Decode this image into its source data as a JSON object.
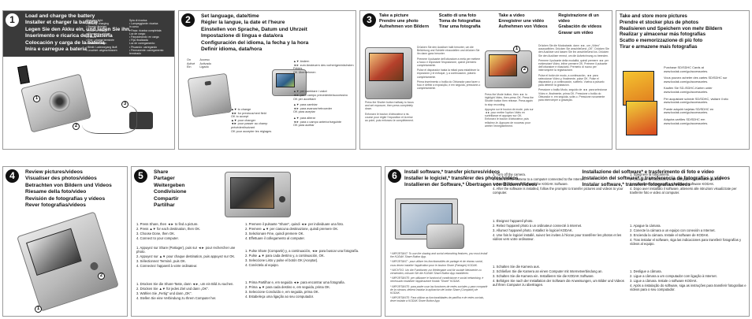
{
  "panel1": {
    "num": "1",
    "title_lines": [
      "Load and charge the battery",
      "Installer et charger la batterie",
      "Legen Sie den Akku ein, und laden Sie ihn.",
      "Inserimento e ricarica della batteria",
      "Colocación y carga de la batería",
      "Inira e carregue a bateria"
    ],
    "status_col1": [
      "Charging light:",
      "• Blinking: charging",
      "• Steady: finished",
      "",
      "Témoin de charge :",
      "• Clignotant : charge",
      "  en cours",
      "• Fixe : charge terminée",
      "",
      "Akkuladeanzeige:",
      "• Blinkt: Ladevorgang läuft",
      "• Leuchtet: abgeschlossen"
    ],
    "status_col2": [
      "Spia di ricarica:",
      "• Lampeggiante: ricarica",
      "  in corso",
      "• Fissa: ricarica completata",
      "",
      "Luz de carga:",
      "• Parpadeando: en carga",
      "• Fija: finalizada",
      "",
      "Luz de carregamento:",
      "• Piscando: carregando",
      "• Permanente: carregamento",
      "  terminado"
    ],
    "callouts": [
      "1",
      "2",
      "3"
    ]
  },
  "panel2": {
    "num": "2",
    "title_lines": [
      "Set language, date/time",
      "Régler la langue, la date et l'heure",
      "Einstellen von Sprache, Datum und Uhrzeit",
      "Impostazione di lingua e data/ora",
      "Configuración del idioma, la fecha y la hora",
      "Definir idioma, data/hora"
    ],
    "onoff": [
      "On",
      "Activé",
      "Ein",
      "Acceso",
      "Activado",
      "Ligado"
    ],
    "left_rows": [
      "to change",
      "for previous/next field",
      "to accept",
      "pour changer",
      "pour passer au champ précédent/suivant",
      "pour accepter les réglages"
    ],
    "right_rows": [
      "ändern",
      "zum Ansteuern des vorherigen/nächsten Feldes",
      "Übernehmen",
      "per cambiare i valori",
      "per il campo precedente/successivo",
      "per accettare",
      "para cambiar",
      "para avanzar/retroceder",
      "para aceptar",
      "para alterar",
      "para o campo anterior/seguinte",
      "para aceitar"
    ],
    "keys": [
      "▲▼",
      "◄►",
      "OK"
    ]
  },
  "panel3": {
    "num": "3",
    "head_cols": [
      [
        "Take a picture",
        "Prendre une photo",
        "Aufnehmen von Bildern"
      ],
      [
        "Scatto di una foto",
        "Toma de fotografías",
        "Tirar uma fotografia"
      ],
      [
        "Take a video",
        "Enregistrer une vidéo",
        "Aufnehmen von Videos"
      ],
      [
        "Registrazione di un video",
        "Grabación de videos",
        "Gravar um vídeo"
      ]
    ],
    "photo_text_left": [
      "Press the Shutter button halfway to focus and set exposure, then press completely down.",
      "Enfoncez le bouton d'obturateur à mi-course pour régler l'exposition et la mise au point, puis enfoncez-le complètement."
    ],
    "photo_text_right": [
      "Drücken Sie den Auslöser halb herunter, um die Belichtung und Schärfe einzustellen und drücken Sie ihn dann ganz herunter.",
      "Premere il pulsante dell'otturatore a metà per mettere a fuoco e impostare l'esposizione, quindi premerlo completamente.",
      "Pulse el disparador hasta la mitad para establecer la exposición y el enfoque, y a continuación, púlselo completamente.",
      "Prima inserimento o botão do Obturador para fazer o foco e definir a exposição, e em seguida, pressione-o completamente."
    ],
    "video_text_left": [
      "Press the Mode button, then ◄► to highlight Video, then press OK. Press the Shutter button then release. Press again to stop recording.",
      "Appuyez sur le bouton de mode, puis sur ◄► pour mettre l'option Vidéo en surbrillance et appuyez sur OK. Enfoncez le bouton d'obturateur, puis relâchez-le. Appuyez de nouveau pour arrêter l'enregistrement."
    ],
    "video_text_right": [
      "Drücken Sie die Modustaste, dann ◄►, um „Video\" auszuwählen. Drücken Sie anschließend „OK\". Drücken Sie den Auslöser und lassen Sie ihn anschließend los. Drücken Sie den Auslöser erneut, um die Aufzeichnung zu beenden.",
      "Premere il pulsante della modalità, quindi premere ◄► per evidenziare Video, infine premere OK. Premere il pulsante dell'otturatore e rilasciarlo. Premerlo di nuovo per interrompere la registrazione.",
      "Pulse el botón de modo, a continuación, ◄► para seleccionar Vídeo y, finalmente, pulse OK. Pulse el disparador y, a continuación, suéltelo. Vuelva a pulsarlo para detener la grabación.",
      "Pressione o botão Modo, seguido de ◄► para selecionar Vídeo e, finalmente, prima OK. Pressione o botão do Obturador e, em seguida, solte-o. Pressione novamente para interromper a gravação."
    ],
    "callouts": [
      "1",
      "2"
    ]
  },
  "panel_store": {
    "title_lines": [
      "Take and store more pictures",
      "Prendre et stocker plus de photos",
      "Realisieren und Speichern von mehr Bildern",
      "Realizar y almacenar más fotografías",
      "Scatto e memorizzazione di più foto",
      "Tirar e armazene mais fotografias"
    ],
    "cards": [
      "Purchase SD/SDHC Cards at www.kodak.com/go/accessories.",
      "Vous pouvez acheter des cartes SD/SDHC sur www.kodak.com/go/accessories.",
      "Kaufen Sie SD-/SDHC-Karten unter www.kodak.com/go/accessories.",
      "Per acquistare schede SD/SDHC, visitare il sito www.kodak.com/go/accessories.",
      "Puede adquirir tarjetas SD/SDHC en www.kodak.com/go/accessories.",
      "Adquira cartões SD/SDHC em www.kodak.com/go/accessories."
    ]
  },
  "panel4": {
    "num": "4",
    "title_lines": [
      "Review pictures/videos",
      "Visualiser des photos/vidéos",
      "Betrachten von Bildern und Videos",
      "Riesame della foto/video",
      "Revisión de fotografías y vídeos",
      "Rever fotografias/vídeos"
    ],
    "callouts": [
      "1",
      "2"
    ]
  },
  "panel5": {
    "num": "5",
    "title_lines": [
      "Share",
      "Partager",
      "Weitergeben",
      "Condivisione",
      "Compartir",
      "Partilhar"
    ],
    "col1": [
      [
        "1. Press Share, then ◄► to find a picture.",
        "2. Press ▲▼ for each destination, then OK.",
        "3. Choose Done, then OK.",
        "4. Connect to your computer."
      ],
      [
        "1. Appuyez sur Share (Partager), puis sur ◄► pour rechercher une photo.",
        "2. Appuyez sur ▲▼ pour chaque destination, puis appuyez sur OK.",
        "3. Sélectionnez Terminé, puis OK.",
        "4. Connectez l'appareil à votre ordinateur."
      ],
      [
        "1. Drücken Sie die Share-Taste, dann ◄►, um ein Bild zu suchen.",
        "2. Drücken Sie ▲▼ für jedes Ziel und dann „OK\".",
        "3. Wählen Sie „Fertig\" und dann „OK\".",
        "4. Stellen Sie eine Verbindung zu Ihrem Computer her."
      ]
    ],
    "col2": [
      [
        "1. Premere il pulsante \"Share\", quindi ◄► per individuare una foto.",
        "2. Premere ▲▼ per ciascuna destinazione, quindi premere OK.",
        "3. Selezionare Fine, quindi premere OK.",
        "4. Effettuare il collegamento al computer."
      ],
      [
        "1. Pulse Share (Compartir) y, a continuación, ◄► para buscar una fotografía.",
        "2. Pulse ▲▼ para cada destino y, a continuación, OK.",
        "3. Seleccione Listo y pulse el botón OK (Aceptar).",
        "4. Conéctela al equipo."
      ],
      [
        "1. Prima Partilhar e, em seguida ◄► para encontrar uma fotografia.",
        "2. Prima ▲▼ para cada destino e, em seguida, prima OK.",
        "3. Seleccione Concluído e, em seguida, prima OK.",
        "4. Estabeleça uma ligação ao seu computador."
      ]
    ]
  },
  "panel6": {
    "num": "6",
    "head_left": [
      "Install software,* transfer pictures/videos",
      "Installer le logiciel,* transférer des photos/vidéos",
      "Installieren der Software,* Übertragen von Bildern/Videos"
    ],
    "head_right": [
      "Installazione del software* e trasferimento di foto e video",
      "Instalación del software* y transferencia de fotografías y vídeos",
      "Instalar software,* transferir fotografias/vídeos"
    ],
    "footnotes": [
      "* IMPORTANT: To use the sharing and social networking features, you must install the KODAK Share Button App.",
      "* IMPORTANT : pour utiliser les fonctionnalités de partage et de réseau social, vous devez installer l'application pour le bouton Share (Partager) KODAK.",
      "* WICHTIG: Um die Funktionen zur Weitergabe und für soziale Netzwerke zu verwenden, müssen Sie die KODAK Share Button App installieren.",
      "* IMPORTANTE: per utilizzare le funzioni di condivisione e social networking, è necessario installare l'applicazione Kodak \"Share\" KODAK.",
      "* IMPORTANTE: para poder usar las funciones de redes sociales y para compartir de la cámara, deberá instalar la aplicación del botón Share (Compartir) de KODAK.",
      "* IMPORTANTE: Para utilizar as funcionalidades de partilha e de redes sociais, deve instalar a KODAK Share Button App."
    ],
    "steps_col1": [
      [
        "1. Turn off the camera.",
        "2. Connect the camera to a computer connected to the Internet.",
        "3. Turn on the camera. Install the KODAK Software.",
        "4. After the software is installed, follow the prompts to transfer pictures and videos to your computer."
      ],
      [
        "1. Éteignez l'appareil photo.",
        "2. Reliez l'appareil photo à un ordinateur connecté à Internet.",
        "3. Allumez l'appareil photo. Installez le logiciel KODAK.",
        "4. Une fois le logiciel installé, suivez les invites à l'écran pour transférer les photos et les vidéos vers votre ordinateur."
      ],
      [
        "1. Schalten Sie die Kamera aus.",
        "2. Schließen Sie die Kamera an einen Computer mit Internetverbindung an.",
        "3. Schalten Sie die Kamera ein. Installieren Sie die KODAK Software.",
        "4. Befolgen Sie nach der Installation der Software die Anweisungen, um Bilder und Videos auf Ihren Computer zu übertragen."
      ]
    ],
    "steps_col2": [
      [
        "1. Spegnere la fotocamera.",
        "2. Collegare la fotocamera a un computer connesso a Internet.",
        "3. Accendere la fotocamera. Installare il software KODAK.",
        "4. Dopo aver installato il software, attenersi alle istruzioni visualizzate per trasferire foto e video al computer."
      ],
      [
        "1. Apague la cámara.",
        "2. Conecte la cámara a un equipo con conexión a Internet.",
        "3. Encienda la cámara. Instale el software de KODAK.",
        "4. Tras instalar el software, siga las indicaciones para transferir fotografías y vídeos al equipo."
      ],
      [
        "1. Desligue a câmara.",
        "2. Ligue a câmara a um computador com ligação à Internet.",
        "3. Ligue a câmara. Instale o software KODAK.",
        "4. Após a instalação do software, siga as instruções para transferir fotografias e vídeos para o seu computador."
      ]
    ]
  }
}
